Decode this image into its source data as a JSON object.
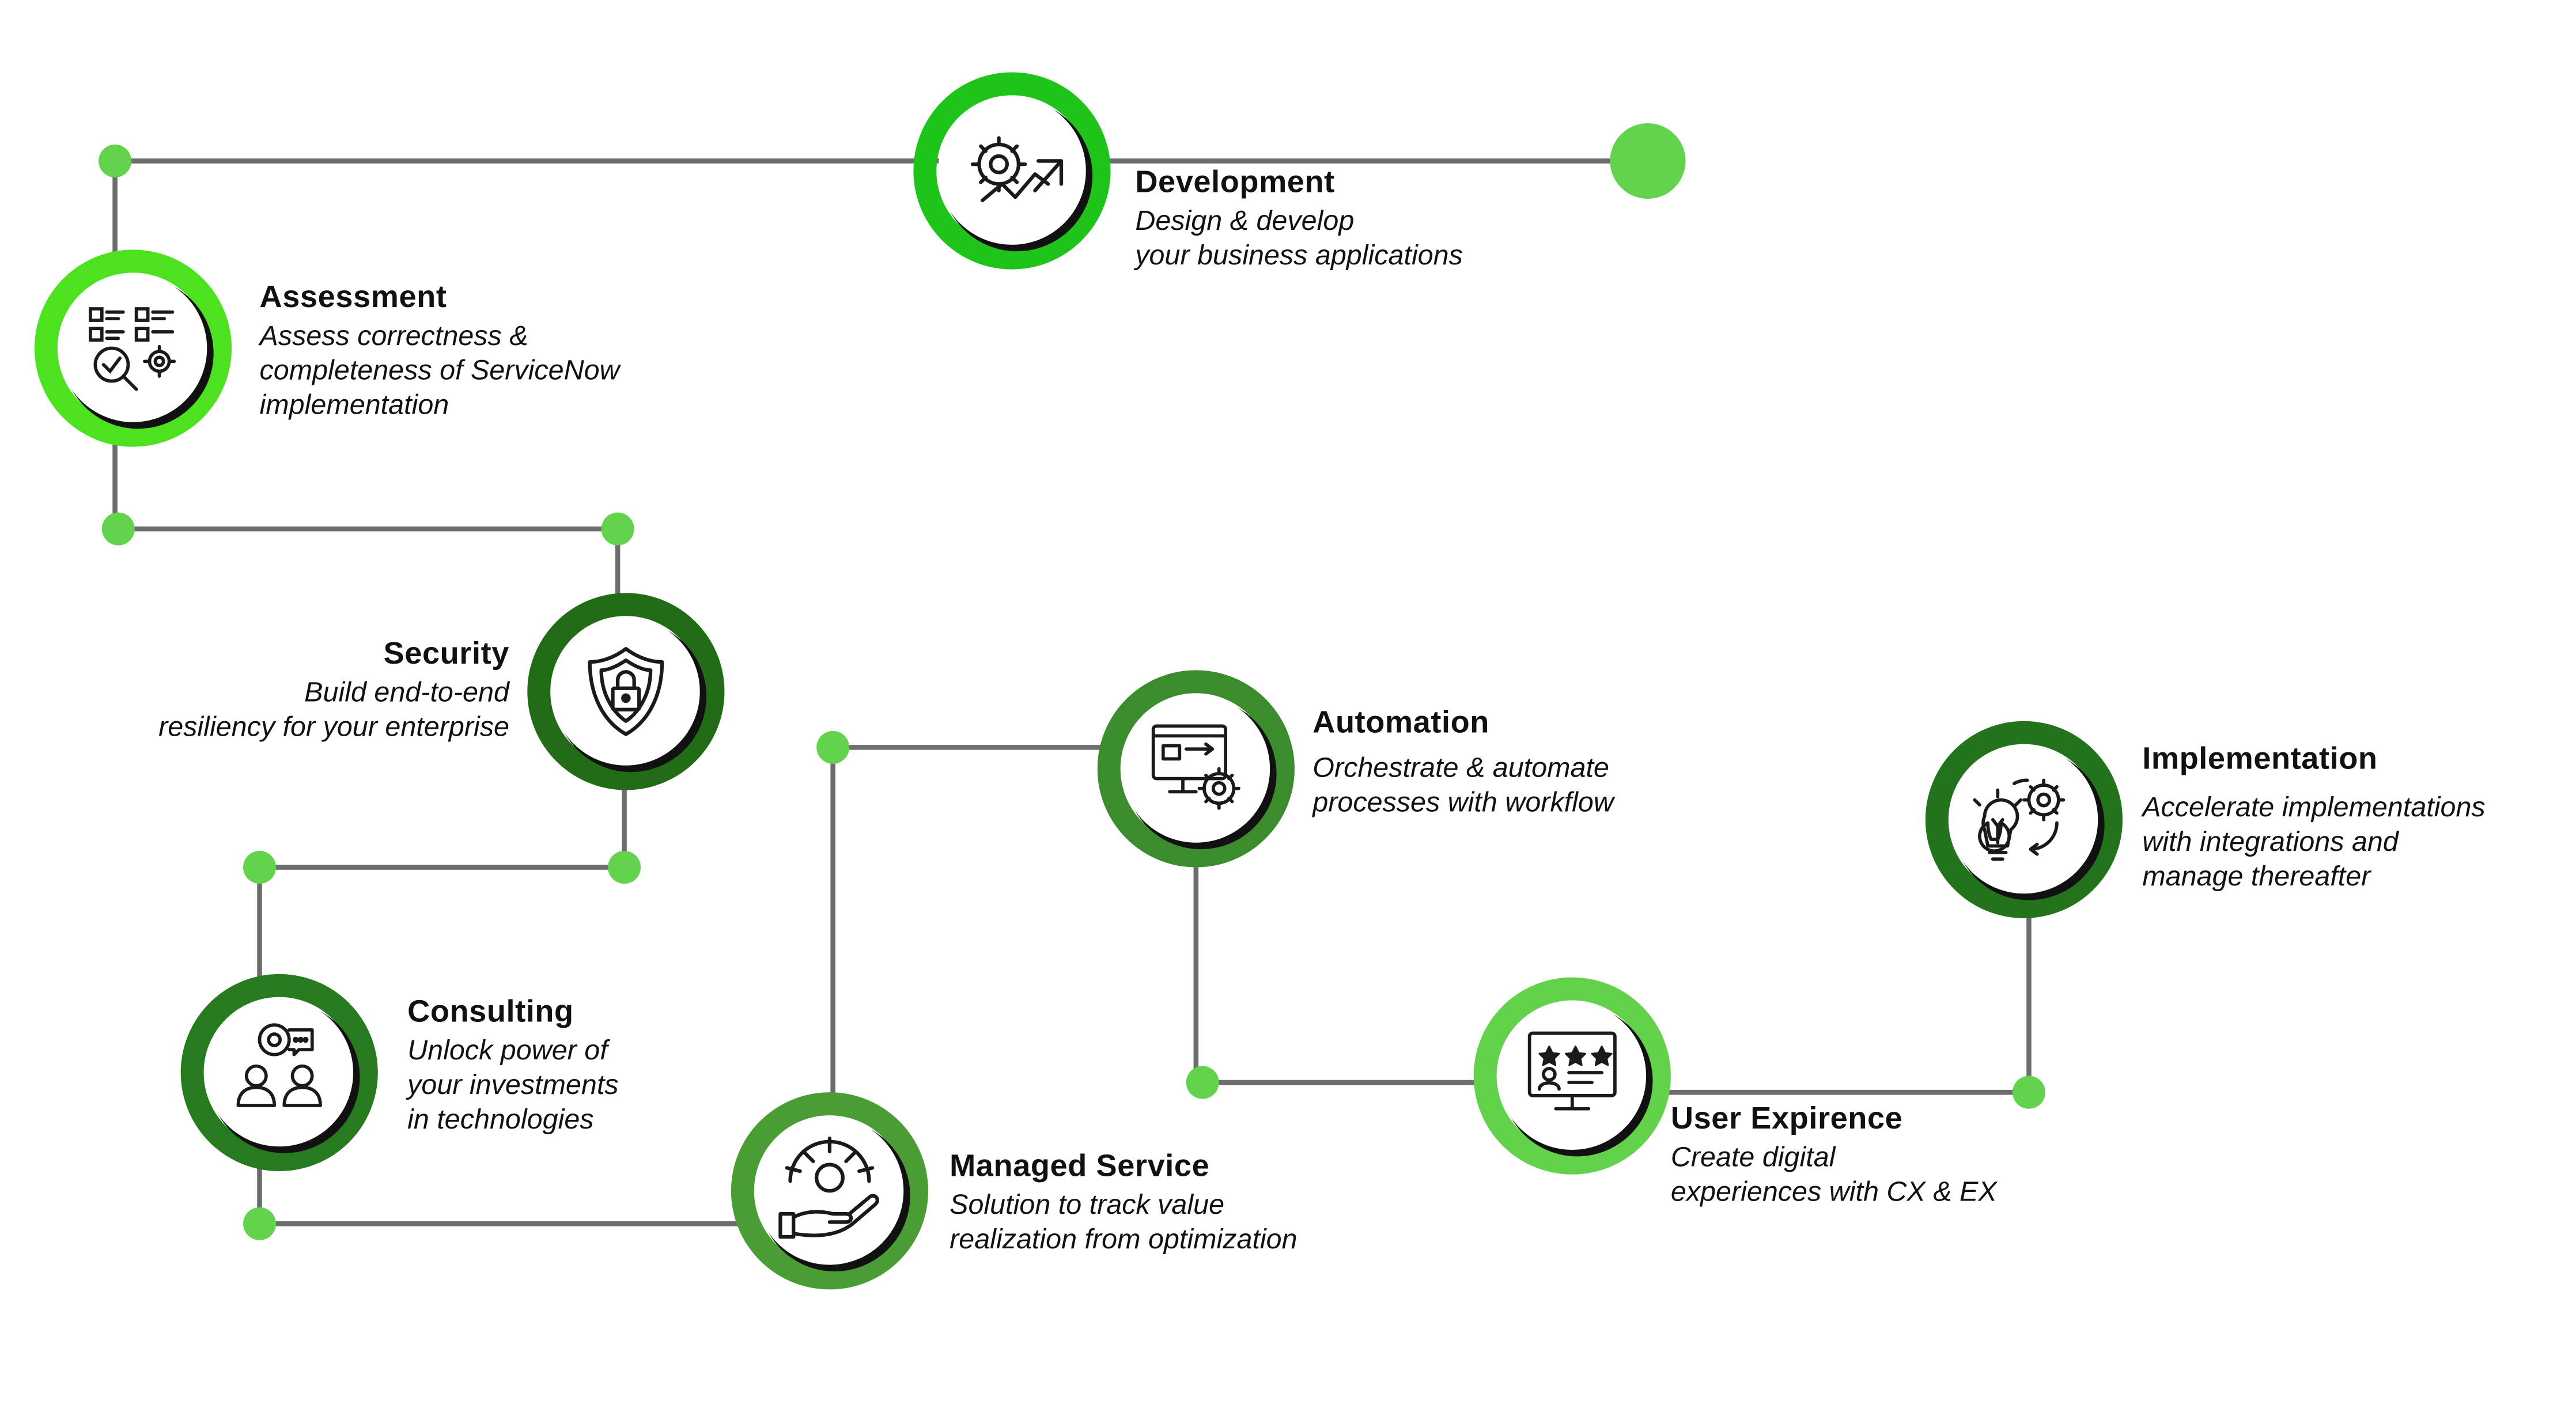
{
  "colors": {
    "line": "#6d6d6d",
    "dot": "#63d34e",
    "ring_development": "#1fc41b",
    "ring_assessment": "#4ce21f",
    "ring_security": "#236c17",
    "ring_consulting": "#277a1e",
    "ring_managed_service": "#4a9c34",
    "ring_automation": "#3b8c2c",
    "ring_user_experience": "#62d24a",
    "ring_implementation": "#23731c"
  },
  "steps": {
    "development": {
      "title": "Development",
      "lines": [
        "Design & develop",
        "your business applications"
      ],
      "icon": "gear-growth-icon"
    },
    "assessment": {
      "title": "Assessment",
      "lines": [
        "Assess correctness &",
        "completeness of ServiceNow",
        "implementation"
      ],
      "icon": "checklist-magnifier-icon"
    },
    "security": {
      "title": "Security",
      "lines": [
        "Build end-to-end",
        "resiliency for your enterprise"
      ],
      "icon": "shield-lock-icon"
    },
    "consulting": {
      "title": "Consulting",
      "lines": [
        "Unlock power of",
        "your investments",
        "in technologies"
      ],
      "icon": "people-chat-icon"
    },
    "managed_service": {
      "title": "Managed Service",
      "lines": [
        "Solution to track value",
        "realization from optimization"
      ],
      "icon": "hand-gear-icon"
    },
    "automation": {
      "title": "Automation",
      "lines": [
        "Orchestrate & automate",
        "processes with workflow"
      ],
      "icon": "monitor-gear-icon"
    },
    "user_experience": {
      "title": "User Expirence",
      "lines": [
        "Create digital",
        "experiences with CX & EX"
      ],
      "icon": "monitor-rating-icon"
    },
    "implementation": {
      "title": "Implementation",
      "lines": [
        "Accelerate implementations",
        "with integrations and",
        "manage thereafter"
      ],
      "icon": "bulb-gear-icon"
    }
  }
}
